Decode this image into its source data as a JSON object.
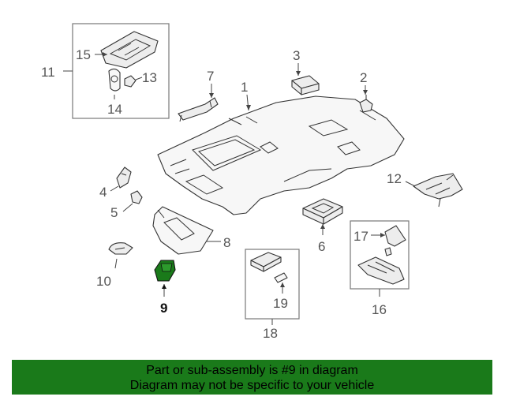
{
  "callouts": {
    "c1": "1",
    "c2": "2",
    "c3": "3",
    "c4": "4",
    "c5": "5",
    "c6": "6",
    "c7": "7",
    "c8": "8",
    "c9": "9",
    "c10": "10",
    "c11": "11",
    "c12": "12",
    "c13": "13",
    "c14": "14",
    "c15": "15",
    "c16": "16",
    "c17": "17",
    "c18": "18",
    "c19": "19"
  },
  "highlight": {
    "part_number": "9",
    "color": "#1a7a1a"
  },
  "banner": {
    "line1": "Part or sub-assembly is #9 in diagram",
    "line2": "Diagram may not be specific to your vehicle",
    "background": "#1a7a1a"
  }
}
